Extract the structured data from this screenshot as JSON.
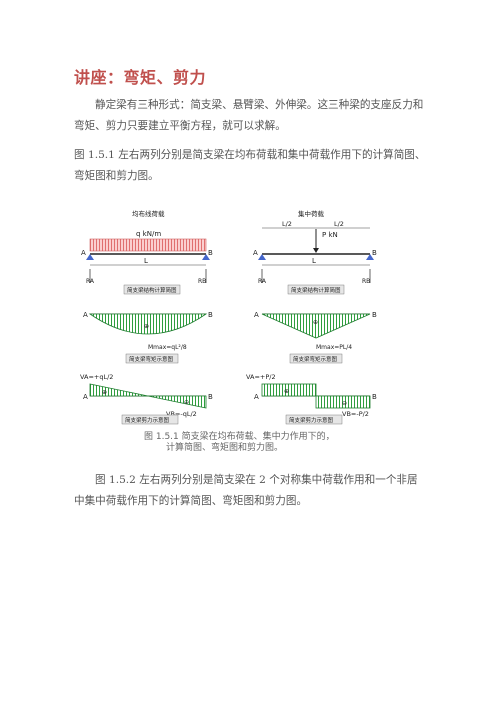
{
  "doc": {
    "title": "讲座：弯矩、剪力",
    "para1": "静定梁有三种形式：简支梁、悬臂梁、外伸梁。这三种梁的支座反力和弯矩、剪力只要建立平衡方程，就可以求解。",
    "para2": "图 1.5.1 左右两列分别是简支梁在均布荷载和集中荷载作用下的计算简图、弯矩图和剪力图。",
    "para3": "图 1.5.2 左右两列分别是简支梁在 2 个对称集中荷载作用和一个非居中集中荷载作用下的计算简图、弯矩图和剪力图。"
  },
  "figure": {
    "left": {
      "heading": "均布线荷载",
      "load_label": "q  kN/m",
      "support_a": "A",
      "support_b": "B",
      "span": "L",
      "reaction_a": "RA",
      "reaction_b": "RB",
      "diagram1_title": "简支梁结构计算简图",
      "moment_a": "A",
      "moment_b": "B",
      "moment_sign": "⊕",
      "moment_max": "Mmax=qL²/8",
      "diagram2_title": "简支梁弯矩示意图",
      "shear_a": "VA=+qL/2",
      "shear_b": "VB=-qL/2",
      "shear_sign_pos": "⊕",
      "shear_sign_neg": "⊖",
      "support_a2": "A",
      "support_b2": "B",
      "diagram3_title": "简支梁剪力示意图"
    },
    "right": {
      "heading": "集中荷载",
      "load_label": "P  kN",
      "half1": "L/2",
      "half2": "L/2",
      "support_a": "A",
      "support_b": "B",
      "span": "L",
      "reaction_a": "RA",
      "reaction_b": "RB",
      "diagram1_title": "简支梁结构计算简图",
      "moment_a": "A",
      "moment_b": "B",
      "moment_sign": "⊕",
      "moment_max": "Mmax=PL/4",
      "diagram2_title": "简支梁弯矩示意图",
      "shear_a": "VA=+P/2",
      "shear_b": "VB=-P/2",
      "shear_sign_pos": "⊕",
      "shear_sign_neg": "⊖",
      "support_a2": "A",
      "support_b2": "B",
      "diagram3_title": "简支梁剪力示意图"
    },
    "caption_line1": "图 1.5.1   简支梁在均布荷载、集中力作用下的，",
    "caption_line2": "计算简图、弯矩图和剪力图。",
    "colors": {
      "load_fill": "#f4a6a6",
      "diagram_fill": "#4caf50",
      "title_box": "#dddddd"
    }
  }
}
